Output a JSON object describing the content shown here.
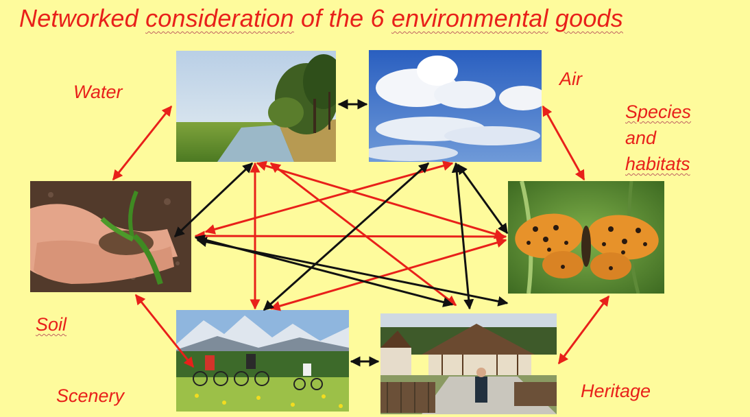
{
  "title": {
    "pre": "Networked ",
    "consideration": "consideration",
    "mid": "  of the 6 ",
    "environmental": "environmental",
    "space": " ",
    "goods": "goods"
  },
  "labels": {
    "water": "Water",
    "air": "Air",
    "species_line1": "Species",
    "species_line2": "and",
    "species_line3": "habitats",
    "soil": "Soil",
    "scenery": "Scenery",
    "heritage": "Heritage"
  },
  "colors": {
    "background": "#fefb9c",
    "text": "#e8201a",
    "arrow_red": "#e8201a",
    "arrow_black": "#111111"
  },
  "photos": [
    "river-meadow-photo",
    "sky-clouds-photo",
    "hands-seedling-photo",
    "butterfly-photo",
    "cyclists-mountains-photo",
    "farm-heritage-photo"
  ]
}
